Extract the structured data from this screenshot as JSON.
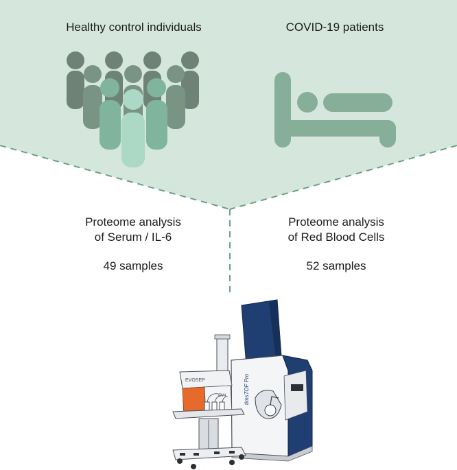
{
  "groups": {
    "healthy": {
      "label": "Healthy control individuals",
      "analysis_line1": "Proteome analysis",
      "analysis_line2": "of Serum / IL-6",
      "samples": "49 samples"
    },
    "covid": {
      "label": "COVID-19 patients",
      "analysis_line1": "Proteome analysis",
      "analysis_line2": "of Red Blood Cells",
      "samples": "52 samples"
    }
  },
  "instrument": {
    "brand_label": "EVOSEP",
    "side_label": "timsTOF Pro",
    "panel_label": "EV4"
  },
  "icons": [
    "people-group-icon",
    "hospital-bed-icon",
    "mass-spectrometer-icon"
  ],
  "colors": {
    "background_panel": "#d5e7dc",
    "dashed_line": "#6b9f86",
    "people_dark": "#6f8276",
    "people_mid": "#7fa893",
    "people_light": "#a8d5c2",
    "bed": "#86ae98",
    "instrument_navy": "#1f3f73",
    "instrument_orange": "#e66a2c"
  }
}
